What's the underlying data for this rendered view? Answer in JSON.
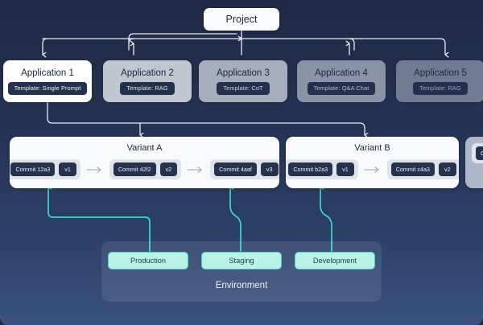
{
  "diagram": {
    "root": {
      "label": "Project"
    },
    "applications": [
      {
        "label": "Application 1",
        "template": "Template: Single Prompt",
        "fill": "#ffffff",
        "opacity": 1.0
      },
      {
        "label": "Application 2",
        "template": "Template: RAG",
        "fill": "#ced4dd",
        "opacity": 0.92
      },
      {
        "label": "Application 3",
        "template": "Template: CoT",
        "fill": "#c3cad6",
        "opacity": 0.82
      },
      {
        "label": "Application 4",
        "template": "Template: Q&A Chat",
        "fill": "#b6bece",
        "opacity": 0.7
      },
      {
        "label": "Application 5",
        "template": "Template: RAG",
        "fill": "#aab3c6",
        "opacity": 0.58
      }
    ],
    "variants": [
      {
        "label": "Variant A",
        "commits": [
          {
            "commit": "Commit 12a3",
            "version": "v1"
          },
          {
            "commit": "Commit 42f2",
            "version": "v2"
          },
          {
            "commit": "Commit 4aaf",
            "version": "v3"
          }
        ]
      },
      {
        "label": "Variant B",
        "commits": [
          {
            "commit": "Commit b2a3",
            "version": "v1"
          },
          {
            "commit": "Commit c4a3",
            "version": "v2"
          }
        ]
      },
      {
        "label": "",
        "commits": [
          {
            "commit": "Co",
            "version": ""
          }
        ]
      }
    ],
    "environment": {
      "label": "Environment",
      "items": [
        {
          "label": "Production"
        },
        {
          "label": "Staging"
        },
        {
          "label": "Development"
        }
      ]
    },
    "colors": {
      "background_top": "#1e2a44",
      "background_bottom": "#3b5280",
      "node_light": "#ffffff",
      "chip_dark": "#25324d",
      "env_fill": "#b8f2e6",
      "env_border": "#3fd9c4",
      "connector_light": "#e8edf4",
      "connector_teal": "#3fd9c4"
    }
  }
}
